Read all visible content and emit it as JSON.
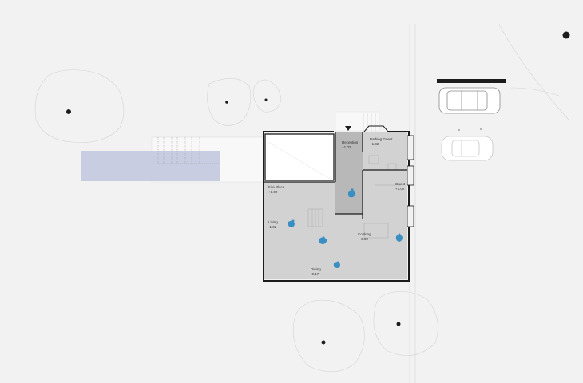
{
  "colors": {
    "background": "#f2f2f2",
    "floor": "#d2d2d2",
    "floor_dark": "#b8b8b8",
    "pool": "#c9cde2",
    "person": "#3a8fc2",
    "wall": "#1c1c1c"
  },
  "rooms": [
    {
      "id": "reception",
      "name": "Reception",
      "level": "+1.02"
    },
    {
      "id": "bathing-guest",
      "name": "Bathing Guest",
      "level": "+1.02"
    },
    {
      "id": "guest",
      "name": "Guest",
      "level": "+1.02"
    },
    {
      "id": "fire-place",
      "name": "Fire Place",
      "level": "+1.02"
    },
    {
      "id": "living",
      "name": "Living",
      "level": "-1.02"
    },
    {
      "id": "cooking",
      "name": "Cooking",
      "level": "+-0.00"
    },
    {
      "id": "dining",
      "name": "Dining",
      "level": "-0.17"
    }
  ],
  "icons": [
    "north-arrow-icon",
    "car-icon",
    "tree-icon",
    "person-icon"
  ]
}
